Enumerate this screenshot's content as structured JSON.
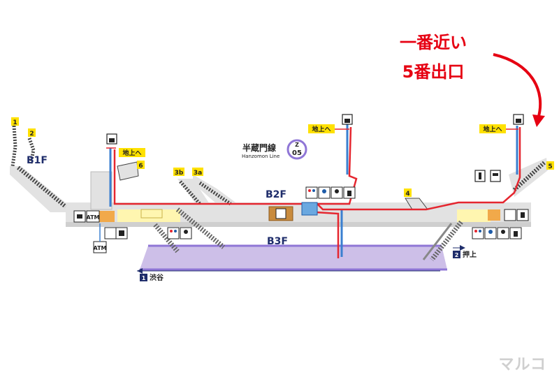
{
  "annotation": {
    "line1": "一番近い",
    "line2": "5番出口"
  },
  "line": {
    "name_jp": "半蔵門線",
    "name_en": "Hanzomon Line",
    "code_letter": "Z",
    "code_number": "05"
  },
  "floors": {
    "b1": "B1F",
    "b2": "B2F",
    "b3": "B3F"
  },
  "exits": [
    "1",
    "2",
    "3b",
    "3a",
    "6",
    "4",
    "5"
  ],
  "to_ground_label": "地上へ",
  "atm_label": "ATM",
  "directions": {
    "platform1_number": "1",
    "platform1_name": "渋谷",
    "platform2_number": "2",
    "platform2_name": "押上"
  },
  "watermark": "マルコ",
  "colors": {
    "route": "#e5262f",
    "line_purple": "#8f76d6",
    "platform": "#cdbfe8",
    "concourse": "#e2e2e2",
    "exit_label": "#ffe100",
    "elevator": "#3a7fd0"
  }
}
